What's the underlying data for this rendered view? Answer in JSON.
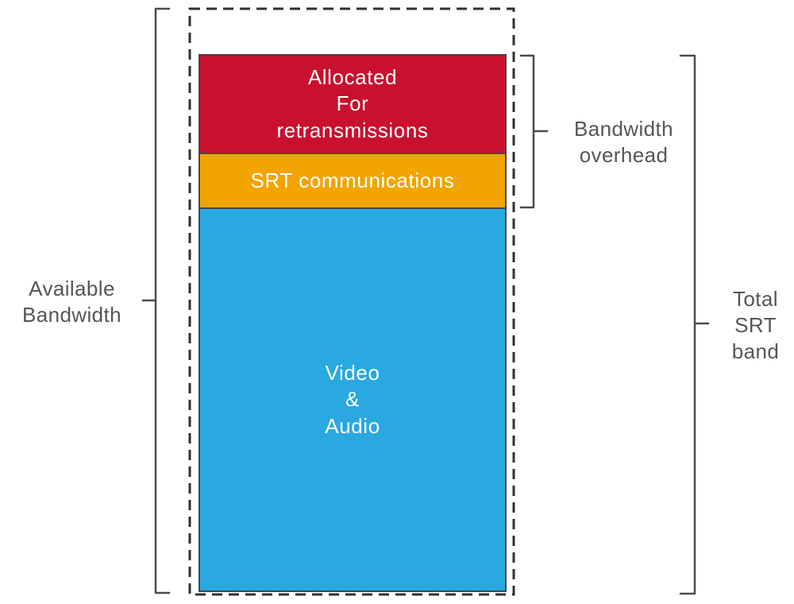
{
  "segments": {
    "retransmissions": {
      "label": "Allocated\nFor\nretransmissions",
      "color": "#C9102E"
    },
    "srt_communications": {
      "label": "SRT communications",
      "color": "#F2A400"
    },
    "video_audio": {
      "label": "Video\n&\nAudio",
      "color": "#29A9E0"
    }
  },
  "annotations": {
    "available_bandwidth": "Available\nBandwidth",
    "bandwidth_overhead": "Bandwidth\noverhead",
    "total_srt_band": "Total\nSRT\nband"
  },
  "colors": {
    "segment_border": "#44454B",
    "dashed_outline": "#303030",
    "bracket": "#4A4B52",
    "label_text": "#54565B",
    "segment_text": "#FFFFFF"
  }
}
